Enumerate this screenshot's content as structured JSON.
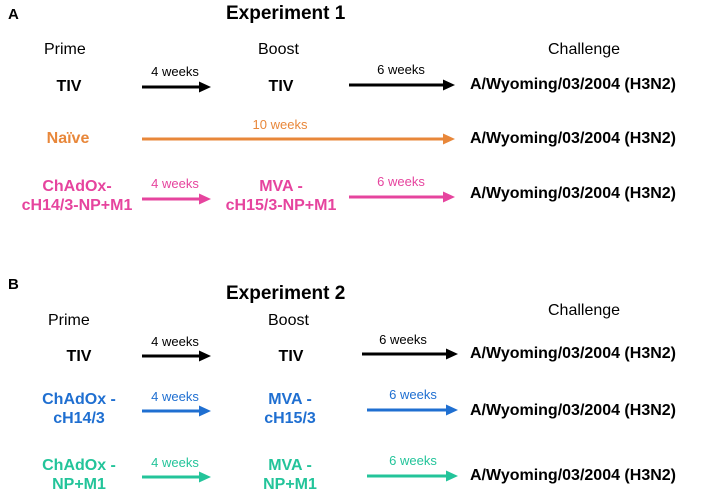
{
  "colors": {
    "black": "#000000",
    "orange": "#e8873a",
    "magenta": "#e6449e",
    "blue": "#1f6fd1",
    "teal": "#23c49a"
  },
  "panelA": {
    "label": "A",
    "title": "Experiment 1",
    "headers": {
      "prime": "Prime",
      "boost": "Boost",
      "challenge": "Challenge"
    },
    "rows": [
      {
        "prime": "TIV",
        "interval1": "4 weeks",
        "boost": "TIV",
        "interval2": "6 weeks",
        "challenge": "A/Wyoming/03/2004 (H3N2)",
        "color": "#000000"
      },
      {
        "prime": "Naïve",
        "interval": "10 weeks",
        "challenge": "A/Wyoming/03/2004 (H3N2)",
        "color": "#e8873a"
      },
      {
        "prime_line1": "ChAdOx-",
        "prime_line2": "cH14/3-NP+M1",
        "interval1": "4 weeks",
        "boost_line1": "MVA -",
        "boost_line2": "cH15/3-NP+M1",
        "interval2": "6 weeks",
        "challenge": "A/Wyoming/03/2004 (H3N2)",
        "color": "#e6449e"
      }
    ]
  },
  "panelB": {
    "label": "B",
    "title": "Experiment 2",
    "headers": {
      "prime": "Prime",
      "boost": "Boost",
      "challenge": "Challenge"
    },
    "rows": [
      {
        "prime": "TIV",
        "interval1": "4 weeks",
        "boost": "TIV",
        "interval2": "6 weeks",
        "challenge": "A/Wyoming/03/2004 (H3N2)",
        "color": "#000000"
      },
      {
        "prime_line1": "ChAdOx -",
        "prime_line2": "cH14/3",
        "interval1": "4 weeks",
        "boost_line1": "MVA -",
        "boost_line2": "cH15/3",
        "interval2": "6 weeks",
        "challenge": "A/Wyoming/03/2004 (H3N2)",
        "color": "#1f6fd1"
      },
      {
        "prime_line1": "ChAdOx -",
        "prime_line2": "NP+M1",
        "interval1": "4 weeks",
        "boost_line1": "MVA -",
        "boost_line2": "NP+M1",
        "interval2": "6 weeks",
        "challenge": "A/Wyoming/03/2004 (H3N2)",
        "color": "#23c49a"
      }
    ]
  }
}
